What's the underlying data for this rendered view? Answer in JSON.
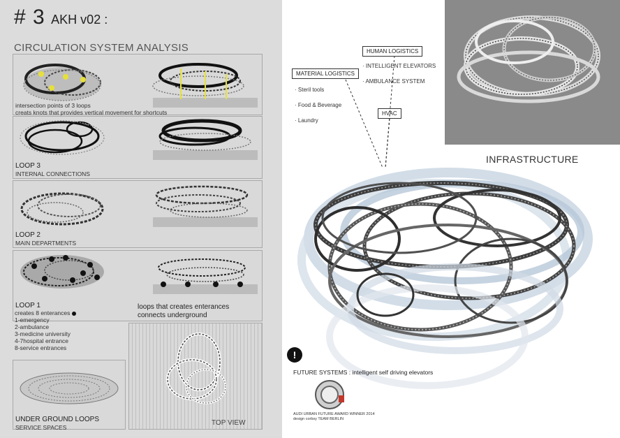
{
  "header": {
    "number": "# 3",
    "subtitle": "AKH v02 :"
  },
  "section_title": "CIRCULATION SYSTEM ANALYSIS",
  "panel1": {
    "text": "intersection points of 3 loops\ncreats knots that provides vertical movement for shortcuts"
  },
  "loop3": {
    "title": "LOOP 3",
    "subtitle": "INTERNAL CONNECTIONS"
  },
  "loop2": {
    "title": "LOOP 2",
    "subtitle": "MAIN DEPARTMENTS"
  },
  "loop1": {
    "title": "LOOP 1",
    "items": [
      "creates 8 enterances",
      "1-emergency",
      "2-ambulance",
      "3-medicine university",
      "4-7hospital entrance",
      "8-service entrances"
    ],
    "note_line1": "loops that creates enterances",
    "note_line2": "connects underground"
  },
  "underground": {
    "title": "UNDER GROUND LOOPS",
    "subtitle": "SERVICE SPACES"
  },
  "topview": {
    "label": "TOP VIEW"
  },
  "logistics": {
    "human": {
      "label": "HUMAN LOGISTICS",
      "items": [
        "· INTELLIGENT ELEVATORS",
        "· AMBULANCE SYSTEM"
      ]
    },
    "material": {
      "label": "MATERIAL LOGISTICS",
      "items": [
        "· Steril tools",
        "· Food & Beverage",
        "· Laundry"
      ]
    },
    "hvac": {
      "label": "HVAC"
    }
  },
  "infrastructure_label": "INFRASTRUCTURE",
  "future": {
    "warn_glyph": "!",
    "text": "FUTURE SYSTEMS : intelligent self driving elevators",
    "award_line1": "AUDI URBAN FUTURE AWARD WINNER 2014",
    "award_line2": "design corbsy TEAM BERLIN"
  },
  "colors": {
    "left_bg": "#dcdcdc",
    "panel_bg": "#d9d9d9",
    "render_bg": "#8a8a8a",
    "loop_dark": "#2b2b2b",
    "loop_light": "#9fb3c8",
    "accent": "#e6e03a"
  }
}
